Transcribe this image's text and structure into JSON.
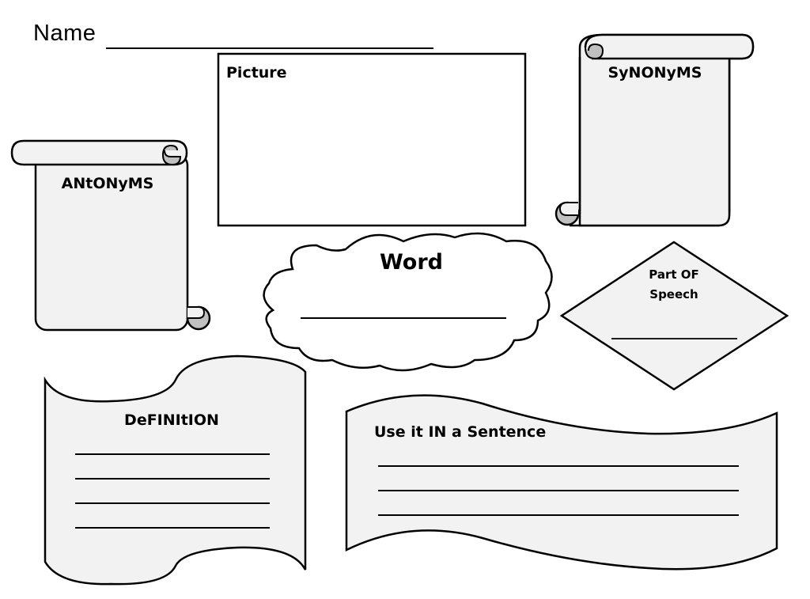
{
  "worksheet": {
    "name_label": "Name",
    "name_line": "",
    "sections": {
      "picture": {
        "label": "Picture"
      },
      "synonyms": {
        "label": "SyNONyMS"
      },
      "antonyms": {
        "label": "ANtONyMS"
      },
      "word": {
        "label": "Word",
        "answer_lines": 1
      },
      "part_of_speech": {
        "label_line1": "Part OF",
        "label_line2": "Speech",
        "answer_lines": 1
      },
      "definition": {
        "label": "DeFINItION",
        "answer_lines": 4
      },
      "sentence": {
        "label": "Use it IN a Sentence",
        "answer_lines": 3
      }
    },
    "colors": {
      "shape_fill": "#f2f2f2",
      "curl_fill": "#c0c0c0",
      "stroke": "#000000"
    }
  }
}
